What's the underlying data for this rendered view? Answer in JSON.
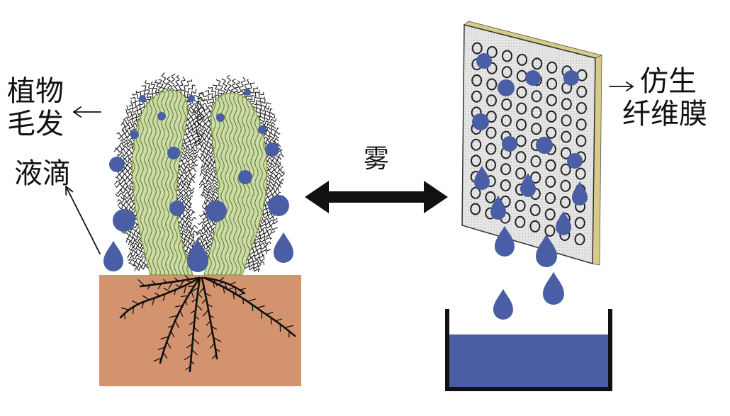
{
  "labels": {
    "plant_hair": [
      "植物",
      "毛发"
    ],
    "droplet": "液滴",
    "fog": "雾",
    "membrane": [
      "仿生",
      "纤维膜"
    ]
  },
  "colors": {
    "soil": "#d4936f",
    "leaf": "#cddca6",
    "leaf_outline": "#7f9a45",
    "leaf_texture": "#4f6e24",
    "hair": "#1c1c1c",
    "root": "#111111",
    "droplet": "#4a5ea6",
    "water": "#4a5ea6",
    "membrane_face": "#e6e6e6",
    "membrane_dots": "#b4b4b4",
    "membrane_edge": "#d8cb88",
    "hole": "#222222",
    "arrow": "#111111"
  }
}
